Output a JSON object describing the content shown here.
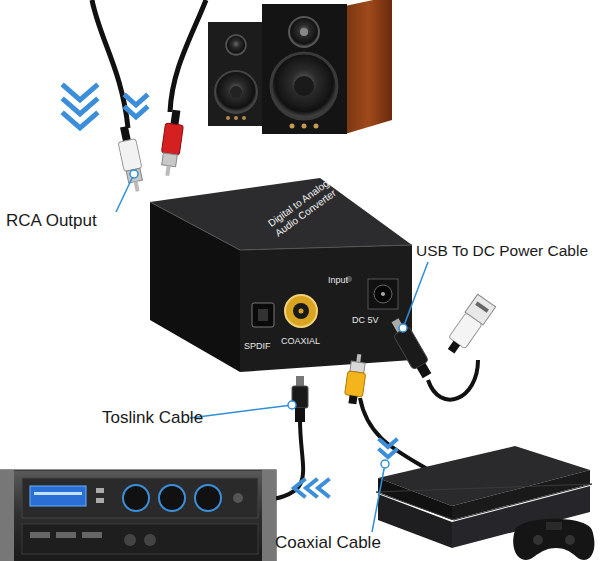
{
  "diagram": {
    "nodes": [
      {
        "text": [
          "Digital to Analog Audio Converter",
          "Input",
          "SPDIF",
          "COAXIAL",
          "DC 5V"
        ]
      }
    ],
    "labels": [
      "RCA Output",
      "USB To DC Power Cable",
      "Toslink Cable",
      "Coaxial Cable"
    ]
  }
}
